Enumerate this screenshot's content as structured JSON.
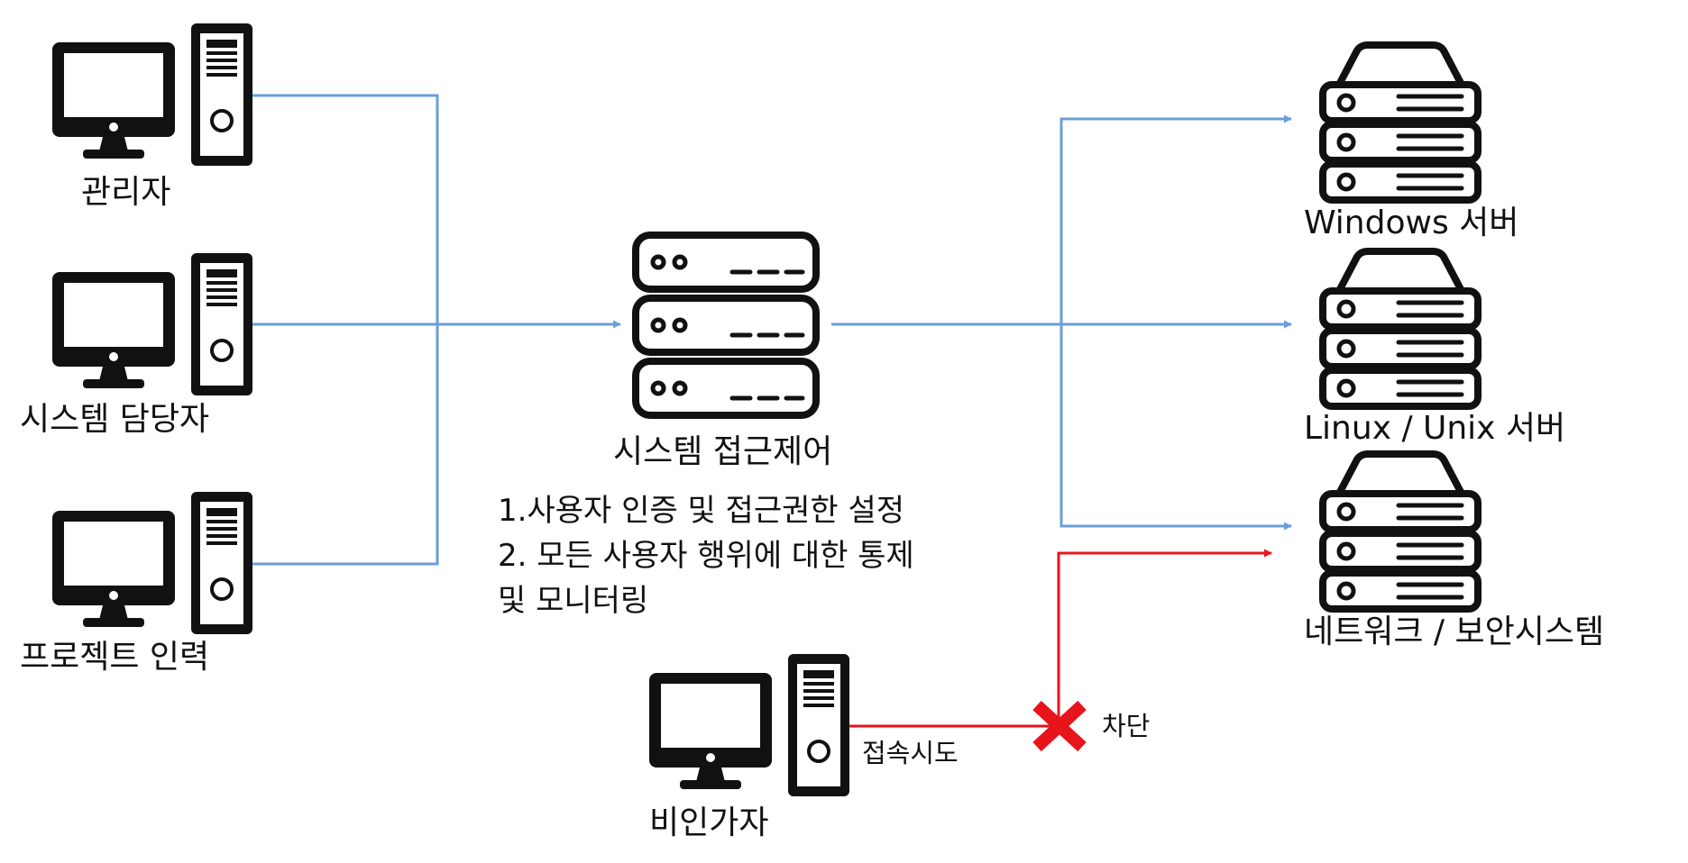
{
  "clients": [
    {
      "id": "admin",
      "label": "관리자",
      "icon": "desktop-computer-icon"
    },
    {
      "id": "sysadmin",
      "label": "시스템 담당자",
      "icon": "desktop-computer-icon"
    },
    {
      "id": "project",
      "label": "프로젝트 인력",
      "icon": "desktop-computer-icon"
    }
  ],
  "gateway": {
    "label": "시스템 접근제어",
    "icon": "server-rack-icon",
    "functions": [
      "1.사용자 인증 및 접근권한 설정",
      "2. 모든 사용자 행위에 대한 통제",
      "및 모니터링"
    ]
  },
  "servers": [
    {
      "id": "windows",
      "label": "Windows 서버",
      "icon": "server-rack-icon"
    },
    {
      "id": "linux",
      "label": "Linux / Unix 서버",
      "icon": "server-rack-icon"
    },
    {
      "id": "network",
      "label": "네트워크 / 보안시스템",
      "icon": "server-rack-icon"
    }
  ],
  "intruder": {
    "label": "비인가자",
    "icon": "desktop-computer-icon",
    "attempt_label": "접속시도",
    "blocked_label": "차단",
    "block_icon": "x-mark-icon"
  },
  "colors": {
    "allowed_line": "#6a9fd8",
    "blocked_line": "#e8141c",
    "icon": "#111111"
  }
}
